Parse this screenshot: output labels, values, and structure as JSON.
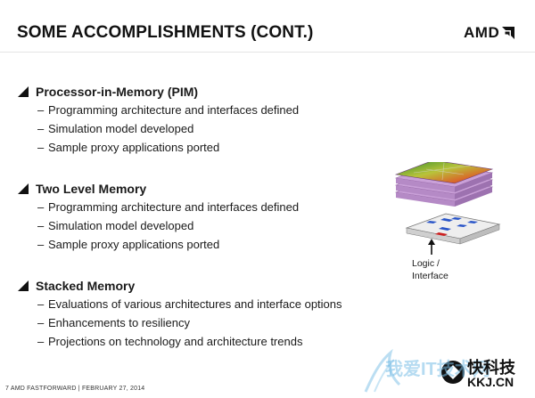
{
  "slide": {
    "title": "SOME ACCOMPLISHMENTS (CONT.)",
    "logo_text": "AMD"
  },
  "sections": [
    {
      "heading": "Processor-in-Memory (PIM)",
      "items": [
        "Programming architecture and interfaces defined",
        "Simulation model developed",
        "Sample proxy applications ported"
      ]
    },
    {
      "heading": "Two Level Memory",
      "items": [
        "Programming architecture and interfaces defined",
        "Simulation model developed",
        "Sample proxy applications ported"
      ]
    },
    {
      "heading": "Stacked Memory",
      "items": [
        "Evaluations of various architectures and interface options",
        "Enhancements to resiliency",
        "Projections on technology and architecture trends"
      ]
    }
  ],
  "illustration": {
    "label_line1": "Logic /",
    "label_line2": "Interface"
  },
  "footer": {
    "text": "7  AMD FASTFORWARD  |  FEBRUARY 27, 2014"
  },
  "watermark": {
    "cn_text": "我爱IT技术网",
    "brand": "快科技",
    "url": "KKJ.CN"
  },
  "colors": {
    "accent_red": "#cc2222",
    "chip_blue": "#2a55c8",
    "stack_purple": "#c9a0d8"
  }
}
